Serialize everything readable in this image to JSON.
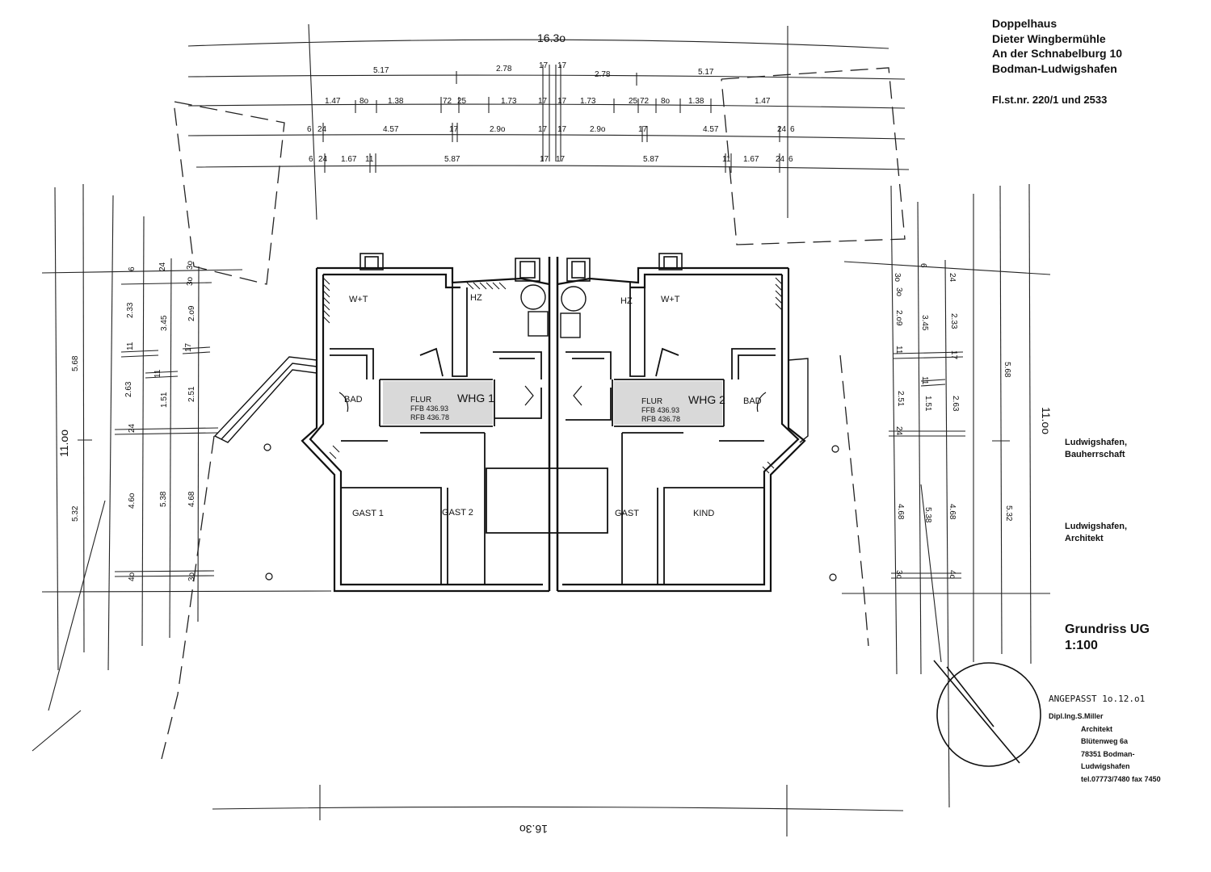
{
  "title_block": {
    "lines": [
      "Doppelhaus",
      "Dieter Wingbermühle",
      "An der Schnabelburg 10",
      "Bodman-Ludwigshafen"
    ],
    "parcel": "Fl.st.nr. 220/1 und 2533"
  },
  "client_block": {
    "lines": [
      "Ludwigshafen,",
      "Bauherrschaft"
    ]
  },
  "architect_block": {
    "lines": [
      "Ludwigshafen,",
      "Architekt"
    ]
  },
  "plan_title": {
    "name": "Grundriss UG",
    "scale": "1:100"
  },
  "adjusted_note": "ANGEPASST  1o.12.o1",
  "architect_stamp": [
    "Dipl.Ing.S.Miller",
    "Architekt",
    "Blütenweg 6a",
    "78351  Bodman-",
    "Ludwigshafen",
    "tel.07773/7480 fax 7450"
  ],
  "rooms": {
    "wt_left": "W+T",
    "hz_left": "HZ",
    "hz_right": "HZ",
    "wt_right": "W+T",
    "bad_left": "BAD",
    "bad_right": "BAD",
    "gast1": "GAST  1",
    "gast2": "GAST  2",
    "gast": "GAST",
    "kind": "KIND",
    "flur1": "FLUR",
    "flur2": "FLUR",
    "whg1": "WHG 1",
    "whg2": "WHG 2",
    "ffb1": "FFB   436.93",
    "rfb1": "RFB   436.78",
    "ffb2": "FFB   436.93",
    "rfb2": "RFB   436.78"
  },
  "dims": {
    "top_total": "16.3o",
    "bottom_total": "16.3o",
    "row1": [
      "5.17",
      "2.78",
      "17",
      "17",
      "2.78",
      "5.17"
    ],
    "row2": [
      "1.47",
      "8o",
      "1.38",
      "72",
      "25",
      "1.73",
      "17",
      "17",
      "1.73",
      "25",
      "72",
      "8o",
      "1.38",
      "1.47"
    ],
    "row3": [
      "6",
      "24",
      "4.57",
      "17",
      "2.9o",
      "17",
      "17",
      "2.9o",
      "17",
      "4.57",
      "24",
      "6"
    ],
    "row4": [
      "6",
      "24",
      "1.67",
      "11",
      "5.87",
      "17",
      "17",
      "5.87",
      "11",
      "1.67",
      "24",
      "6"
    ],
    "left_total": "11.oo",
    "right_total": "11.oo",
    "left": [
      "5.68",
      "5.32",
      "2.33",
      "2.63",
      "4.6o",
      "5.38",
      "1.51",
      "2.51",
      "4.68",
      "3.45",
      "2.o9",
      "24",
      "6",
      "24",
      "3o",
      "3o",
      "11",
      "11",
      "17",
      "4o",
      "3o"
    ],
    "right": [
      "5.68",
      "5.32",
      "2.33",
      "2.63",
      "4.68",
      "5.38",
      "1.51",
      "2.51",
      "4.68",
      "3.45",
      "2.o9",
      "24",
      "6",
      "24",
      "3o",
      "3o",
      "11",
      "11",
      "17",
      "3o",
      "4o"
    ]
  }
}
